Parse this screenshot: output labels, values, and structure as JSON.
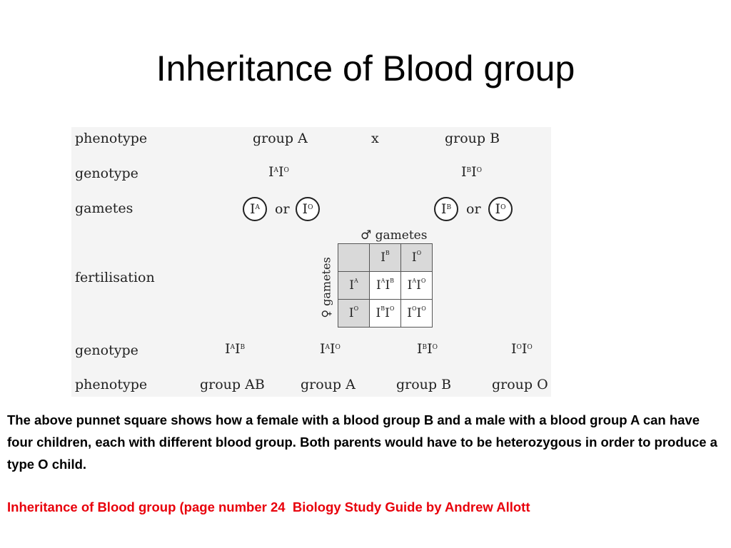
{
  "slide": {
    "title": "Inheritance of Blood group",
    "body_text": "The above punnet square shows how a female with a blood group B and a male with a blood group A can have four children, each with different blood group. Both parents would have to be heterozygous in order to produce a type O child.",
    "citation": "Inheritance of Blood group (page number 24  Biology Study Guide by Andrew Allott",
    "citation_color": "#e8000b"
  },
  "diagram": {
    "rows": {
      "phenotype": "phenotype",
      "genotype": "genotype",
      "gametes": "gametes",
      "fertilisation": "fertilisation",
      "genotype2": "genotype",
      "phenotype2": "phenotype"
    },
    "parent_a_phenotype": "group A",
    "cross": "x",
    "parent_b_phenotype": "group B",
    "gamete_or": "or",
    "male_gametes_label": "♂ gametes",
    "female_gametes_label": "♀ gametes",
    "offspring_phenotypes": [
      "group AB",
      "group A",
      "group B",
      "group O"
    ],
    "allele_base": "I",
    "alleles": {
      "A": "A",
      "B": "B",
      "O": "O"
    }
  }
}
